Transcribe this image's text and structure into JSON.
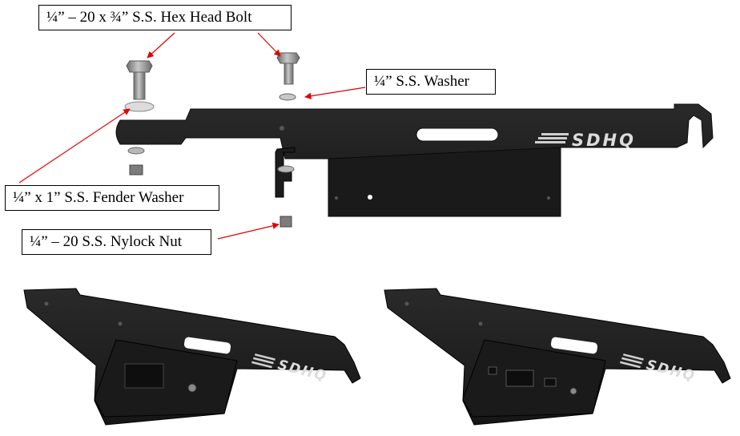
{
  "callouts": {
    "hex_bolt": "¼” – 20 x ¾” S.S. Hex Head Bolt",
    "washer": "¼” S.S. Washer",
    "fender_washer": "¼” x 1” S.S. Fender Washer",
    "nylock_nut": "¼” – 20 S.S. Nylock Nut"
  },
  "logos": {
    "top": "SDHQ",
    "bottom_left": "SDHQ",
    "bottom_right": "SDHQ"
  },
  "colors": {
    "bracket": "#1e1e1e",
    "hardware": "#8a8a8a",
    "leader_line": "#e00000"
  }
}
